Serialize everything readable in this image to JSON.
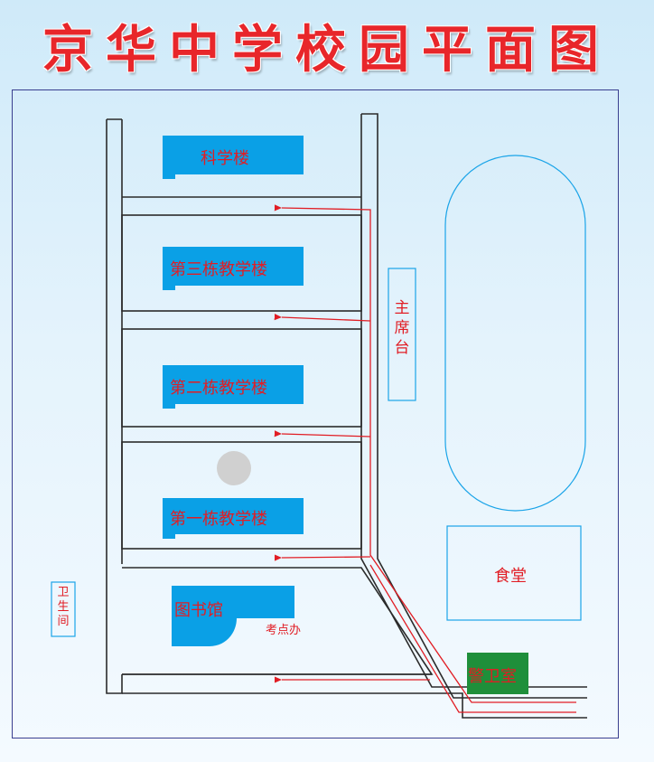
{
  "title": "京华中学校园平面图",
  "buildings": {
    "science": "科学楼",
    "building3": "第三栋教学楼",
    "building2": "第二栋教学楼",
    "building1": "第一栋教学楼",
    "library": "图书馆",
    "exam_office": "考点办",
    "rostrum": "主席台",
    "canteen": "食堂",
    "guard_room": "警卫室",
    "toilet": "卫生间"
  },
  "colors": {
    "title": "#e8262a",
    "building_fill": "#0aa0e6",
    "label": "#e11d24",
    "guard_fill": "#1f8f3a",
    "route_arrow": "#e11d24",
    "frame": "#3a3f8f"
  }
}
